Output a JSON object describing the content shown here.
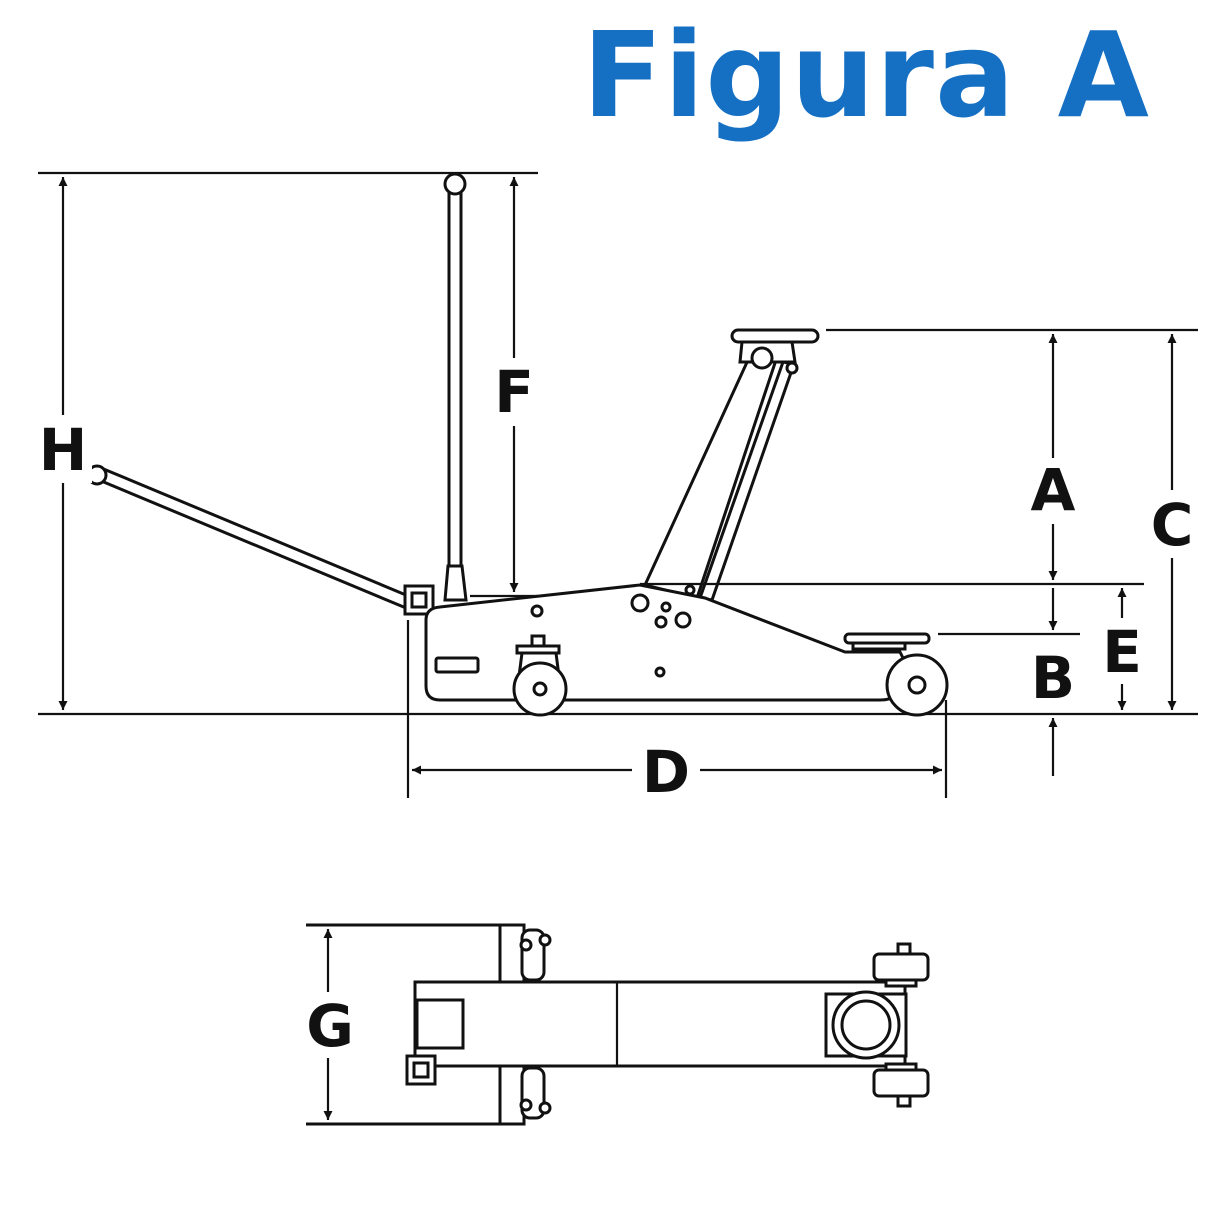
{
  "title": "Figura A",
  "colors": {
    "title": "#1570c4",
    "line": "#111111",
    "background": "#ffffff"
  },
  "dimensions": {
    "a": "A",
    "b": "B",
    "c": "C",
    "d": "D",
    "e": "E",
    "f": "F",
    "g": "G",
    "h": "H"
  }
}
